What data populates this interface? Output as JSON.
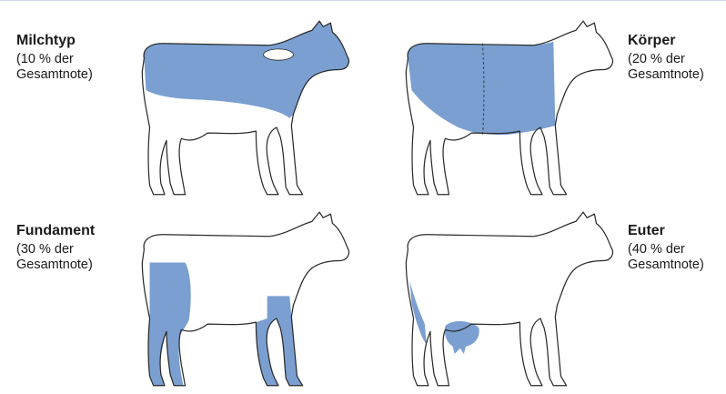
{
  "panels": [
    {
      "id": "milchtyp",
      "title": "Milchtyp",
      "share": "(10 % der",
      "share2": "Gesamtnote)"
    },
    {
      "id": "koerper",
      "title": "Körper",
      "share": "(20 % der",
      "share2": "Gesamtnote)"
    },
    {
      "id": "fundament",
      "title": "Fundament",
      "share": "(30 % der",
      "share2": "Gesamtnote)"
    },
    {
      "id": "euter",
      "title": "Euter",
      "share": "(40 % der",
      "share2": "Gesamtnote)"
    }
  ],
  "colors": {
    "highlight": "#7a9fd0",
    "outline": "#2a2a2a"
  }
}
